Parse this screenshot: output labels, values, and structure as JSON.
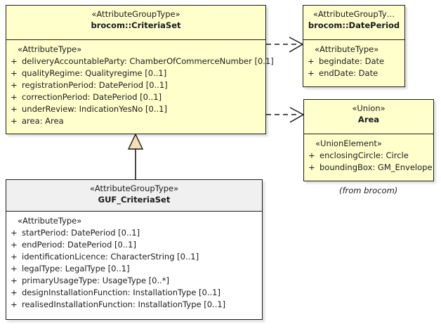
{
  "diagram": {
    "type": "uml-class-diagram",
    "background": "#ffffff",
    "class_fill_yellow": "#ffffcc",
    "class_fill_white": "#ffffff",
    "header_fill_gray": "#f0f0f0",
    "border_color": "#1a1a1a",
    "triangle_fill": "#f5deb3"
  },
  "classes": {
    "criteria_set": {
      "stereotype": "«AttributeGroupType»",
      "name": "brocom::CriteriaSet",
      "group_stereotype": "«AttributeType»",
      "attributes": [
        {
          "visibility": "+",
          "text": "deliveryAccountableParty: ChamberOfCommerceNumber [0.1]"
        },
        {
          "visibility": "+",
          "text": "qualityRegime: Qualityregime [0..1]"
        },
        {
          "visibility": "+",
          "text": "registrationPeriod: DatePeriod [0..1]"
        },
        {
          "visibility": "+",
          "text": "correctionPeriod: DatePeriod [0..1]"
        },
        {
          "visibility": "+",
          "text": "underReview: IndicationYesNo [0..1]"
        },
        {
          "visibility": "+",
          "text": "area: Area"
        }
      ]
    },
    "date_period": {
      "stereotype": "«AttributeGroupTy…",
      "name": "brocom::DatePeriod",
      "group_stereotype": "«AttributeType»",
      "attributes": [
        {
          "visibility": "+",
          "text": "begindate: Date"
        },
        {
          "visibility": "+",
          "text": "endDate: Date"
        }
      ]
    },
    "area": {
      "stereotype": "«Union»",
      "name": "Area",
      "group_stereotype": "«UnionElement»",
      "attributes": [
        {
          "visibility": "+",
          "text": "enclosingCircle: Circle"
        },
        {
          "visibility": "+",
          "text": "boundingBox: GM_Envelope"
        }
      ],
      "footer_note": "(from brocom)"
    },
    "guf_criteria_set": {
      "stereotype": "«AttributeGroupType»",
      "name": "GUF_CriteriaSet",
      "group_stereotype": "«AttributeType»",
      "attributes": [
        {
          "visibility": "+",
          "text": "startPeriod: DatePeriod [0..1]"
        },
        {
          "visibility": "+",
          "text": "endPeriod: DatePeriod [0..1]"
        },
        {
          "visibility": "+",
          "text": "identificationLicence: CharacterString [0..1]"
        },
        {
          "visibility": "+",
          "text": "legalType: LegalType [0..1]"
        },
        {
          "visibility": "+",
          "text": "primaryUsageType: UsageType [0..*]"
        },
        {
          "visibility": "+",
          "text": "designInstallationFunction: InstallationType [0..1]"
        },
        {
          "visibility": "+",
          "text": "realisedInstallationFunction: InstallationType [0..1]"
        }
      ]
    }
  },
  "connectors": [
    {
      "kind": "generalization",
      "from": "guf_criteria_set",
      "to": "criteria_set",
      "style": "solid",
      "head": "hollow-triangle"
    },
    {
      "kind": "dependency",
      "from": "criteria_set",
      "to": "date_period",
      "style": "dashed",
      "head": "open-arrow"
    },
    {
      "kind": "dependency",
      "from": "criteria_set",
      "to": "area",
      "style": "dashed",
      "head": "open-arrow"
    }
  ]
}
